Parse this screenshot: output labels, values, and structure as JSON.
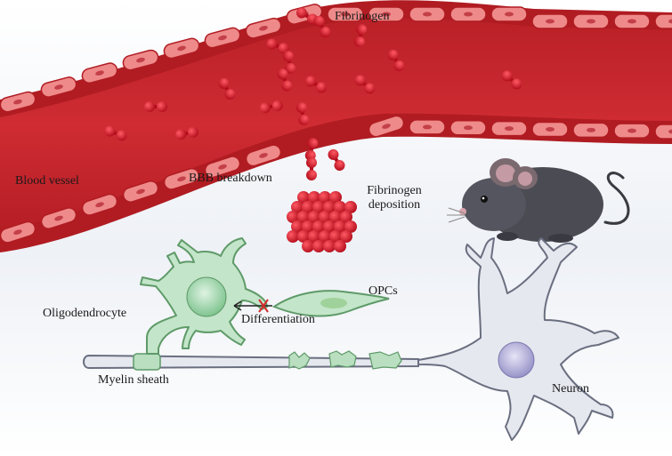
{
  "labels": {
    "fibrinogen": "Fibrinogen",
    "blood_vessel": "Blood vessel",
    "bbb_breakdown": "BBB breakdown",
    "fibrinogen_deposition_line1": "Fibrinogen",
    "fibrinogen_deposition_line2": "deposition",
    "opcs": "OPCs",
    "oligodendrocyte": "Oligodendrocyte",
    "differentiation": "Differentiation",
    "myelin_sheath": "Myelin sheath",
    "neuron": "Neuron"
  },
  "colors": {
    "vessel_red": "#c8262c",
    "vessel_dark": "#9e1a1f",
    "endothelial_cell": "#ef8a8a",
    "fibrinogen_red": "#d31c2a",
    "glia_green": "#b9dfc0",
    "glia_stroke": "#5e9a68",
    "neuron_fill": "#e4e7ef",
    "neuron_stroke": "#6a6f80",
    "neuron_nucleus": "#a9a6d4",
    "mouse_body": "#4a4a52",
    "inhibition_x": "#d62b2b"
  },
  "icons": {
    "mouse": "mouse-illustration",
    "blocked_arrow": "x-mark-icon"
  }
}
